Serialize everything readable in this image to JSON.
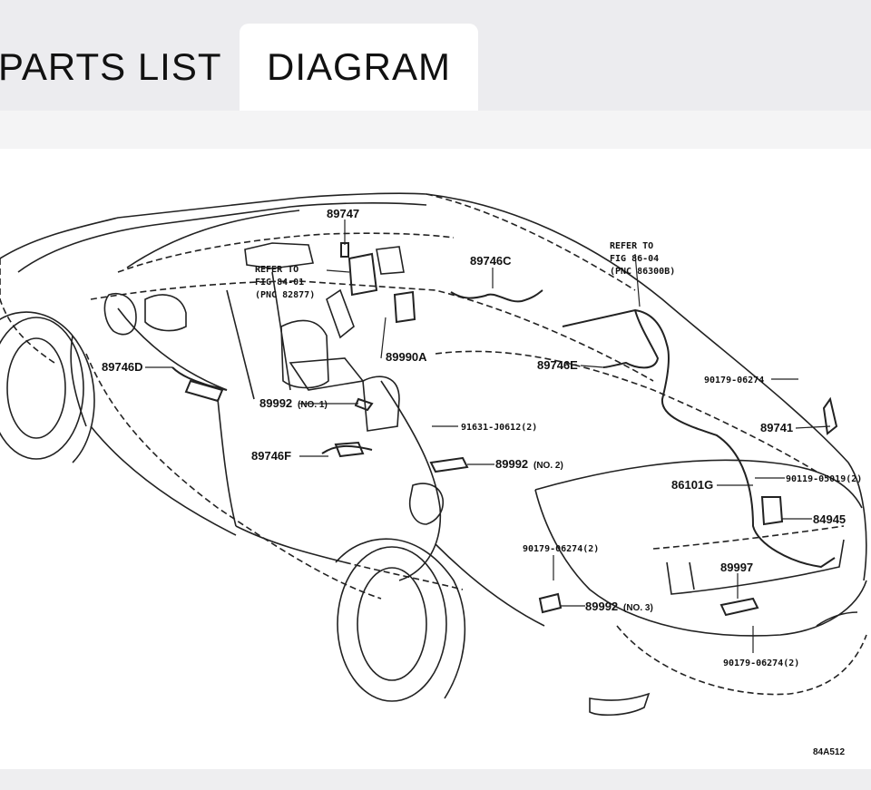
{
  "tabs": [
    {
      "label": "PARTS LIST"
    },
    {
      "label": "DIAGRAM"
    }
  ],
  "diagram": {
    "code": "84A512",
    "notes": {
      "front": [
        "REFER TO",
        "FIG 84-01",
        "(PNC 82877)"
      ],
      "rear": [
        "REFER TO",
        "FIG 86-04",
        "(PNC 86300B)"
      ]
    },
    "parts": {
      "p89747": "89747",
      "p89746C": "89746C",
      "p89746D": "89746D",
      "p89990A": "89990A",
      "p89746E": "89746E",
      "p89992no1": "89992",
      "p89992no1s": "(NO. 1)",
      "p91631": "91631-J0612(2)",
      "p89746F": "89746F",
      "p89992no2": "89992",
      "p89992no2s": "(NO. 2)",
      "p90179a": "90179-06274",
      "p89741": "89741",
      "p90119": "90119-05019(2)",
      "p86101G": "86101G",
      "p84945": "84945",
      "p90179b": "90179-06274(2)",
      "p89997": "89997",
      "p89992no3": "89992",
      "p89992no3s": "(NO. 3)",
      "p90179c": "90179-06274(2)"
    }
  }
}
